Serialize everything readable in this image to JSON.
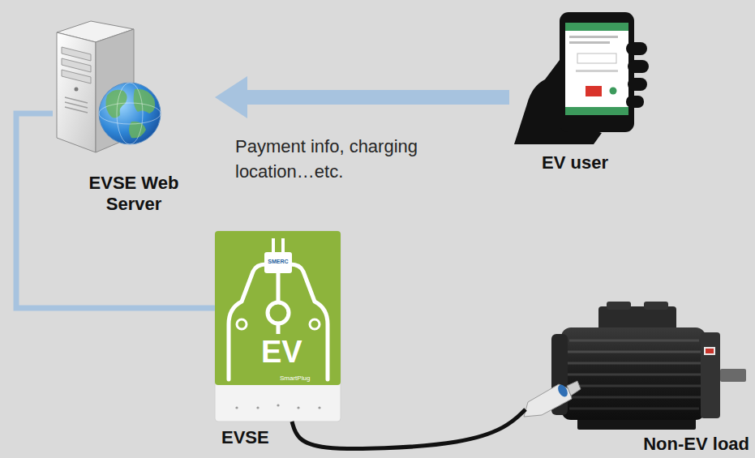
{
  "diagram": {
    "nodes": [
      {
        "text": [
          "EVSE Web Server"
        ]
      },
      {
        "text": [
          "EV user"
        ]
      },
      {
        "text": [
          "SMERC",
          "EV",
          "SmartPlug",
          "EVSE"
        ]
      },
      {
        "text": [
          "Non-EV load"
        ]
      }
    ],
    "edges": [
      {
        "from": 1,
        "to": 0,
        "arrow": "to",
        "label": "Payment info, charging location…etc."
      },
      {
        "from": 0,
        "to": 2,
        "arrow": "none"
      },
      {
        "from": 2,
        "to": 3,
        "arrow": "none"
      }
    ]
  }
}
